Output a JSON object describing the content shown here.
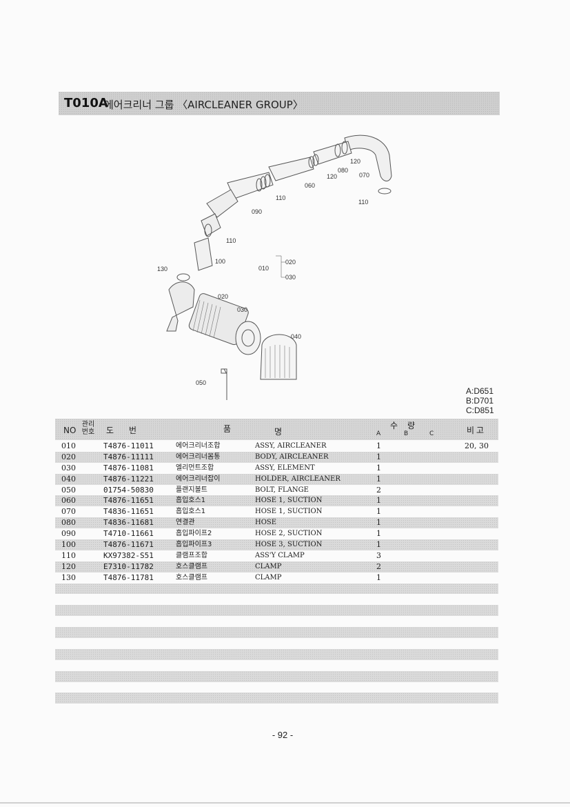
{
  "title": {
    "code": "T010A",
    "text": "에어크리너 그룹 〈AIRCLEANER GROUP〉"
  },
  "diagram": {
    "callouts": [
      "120",
      "080",
      "120",
      "070",
      "060",
      "110",
      "110",
      "090",
      "110",
      "100",
      "130",
      "010",
      "020",
      "030",
      "020",
      "030",
      "040",
      "050"
    ]
  },
  "variants": [
    "A:D651",
    "B:D701",
    "C:D851"
  ],
  "table": {
    "headers": {
      "no": "NO",
      "mgmt_top": "관리",
      "mgmt_bottom": "번호",
      "drawing": "도번",
      "name": "품",
      "desc": "명",
      "qty": "수량",
      "qty_a": "A",
      "qty_b": "B",
      "qty_c": "C",
      "remark": "비고"
    },
    "rows": [
      {
        "no": "010",
        "part": "T4876-11011",
        "kor": "에어크리너조합",
        "eng": "ASSY, AIRCLEANER",
        "qty": "1",
        "remark": "20, 30"
      },
      {
        "no": "020",
        "part": "T4876-11111",
        "kor": "에어크리너몸통",
        "eng": "BODY, AIRCLEANER",
        "qty": "1",
        "remark": ""
      },
      {
        "no": "030",
        "part": "T4876-11081",
        "kor": "엘리먼트조합",
        "eng": "ASSY, ELEMENT",
        "qty": "1",
        "remark": ""
      },
      {
        "no": "040",
        "part": "T4876-11221",
        "kor": "에어크리너잡이",
        "eng": "HOLDER, AIRCLEANER",
        "qty": "1",
        "remark": ""
      },
      {
        "no": "050",
        "part": "01754-50830",
        "kor": "플랜지볼트",
        "eng": "BOLT, FLANGE",
        "qty": "2",
        "remark": ""
      },
      {
        "no": "060",
        "part": "T4876-11651",
        "kor": "흡입호스1",
        "eng": "HOSE 1, SUCTION",
        "qty": "1",
        "remark": ""
      },
      {
        "no": "070",
        "part": "T4836-11651",
        "kor": "흡입호스1",
        "eng": "HOSE 1, SUCTION",
        "qty": "1",
        "remark": ""
      },
      {
        "no": "080",
        "part": "T4836-11681",
        "kor": "연결관",
        "eng": "HOSE",
        "qty": "1",
        "remark": ""
      },
      {
        "no": "090",
        "part": "T4710-11661",
        "kor": "흡입파이프2",
        "eng": "HOSE 2, SUCTION",
        "qty": "1",
        "remark": ""
      },
      {
        "no": "100",
        "part": "T4876-11671",
        "kor": "흡입파이프3",
        "eng": "HOSE 3, SUCTION",
        "qty": "1",
        "remark": ""
      },
      {
        "no": "110",
        "part": "KX97382-S51",
        "kor": "클램프조합",
        "eng": "ASS'Y CLAMP",
        "qty": "3",
        "remark": ""
      },
      {
        "no": "120",
        "part": "E7310-11782",
        "kor": "호스클램프",
        "eng": "CLAMP",
        "qty": "2",
        "remark": ""
      },
      {
        "no": "130",
        "part": "T4876-11781",
        "kor": "호스클램프",
        "eng": "CLAMP",
        "qty": "1",
        "remark": ""
      },
      {
        "no": "",
        "part": "",
        "kor": "",
        "eng": "",
        "qty": "",
        "remark": ""
      },
      {
        "no": "",
        "part": "",
        "kor": "",
        "eng": "",
        "qty": "",
        "remark": ""
      },
      {
        "no": "",
        "part": "",
        "kor": "",
        "eng": "",
        "qty": "",
        "remark": ""
      },
      {
        "no": "",
        "part": "",
        "kor": "",
        "eng": "",
        "qty": "",
        "remark": ""
      },
      {
        "no": "",
        "part": "",
        "kor": "",
        "eng": "",
        "qty": "",
        "remark": ""
      },
      {
        "no": "",
        "part": "",
        "kor": "",
        "eng": "",
        "qty": "",
        "remark": ""
      },
      {
        "no": "",
        "part": "",
        "kor": "",
        "eng": "",
        "qty": "",
        "remark": ""
      },
      {
        "no": "",
        "part": "",
        "kor": "",
        "eng": "",
        "qty": "",
        "remark": ""
      },
      {
        "no": "",
        "part": "",
        "kor": "",
        "eng": "",
        "qty": "",
        "remark": ""
      },
      {
        "no": "",
        "part": "",
        "kor": "",
        "eng": "",
        "qty": "",
        "remark": ""
      },
      {
        "no": "",
        "part": "",
        "kor": "",
        "eng": "",
        "qty": "",
        "remark": ""
      },
      {
        "no": "",
        "part": "",
        "kor": "",
        "eng": "",
        "qty": "",
        "remark": ""
      }
    ]
  },
  "page_number": "- 92 -"
}
